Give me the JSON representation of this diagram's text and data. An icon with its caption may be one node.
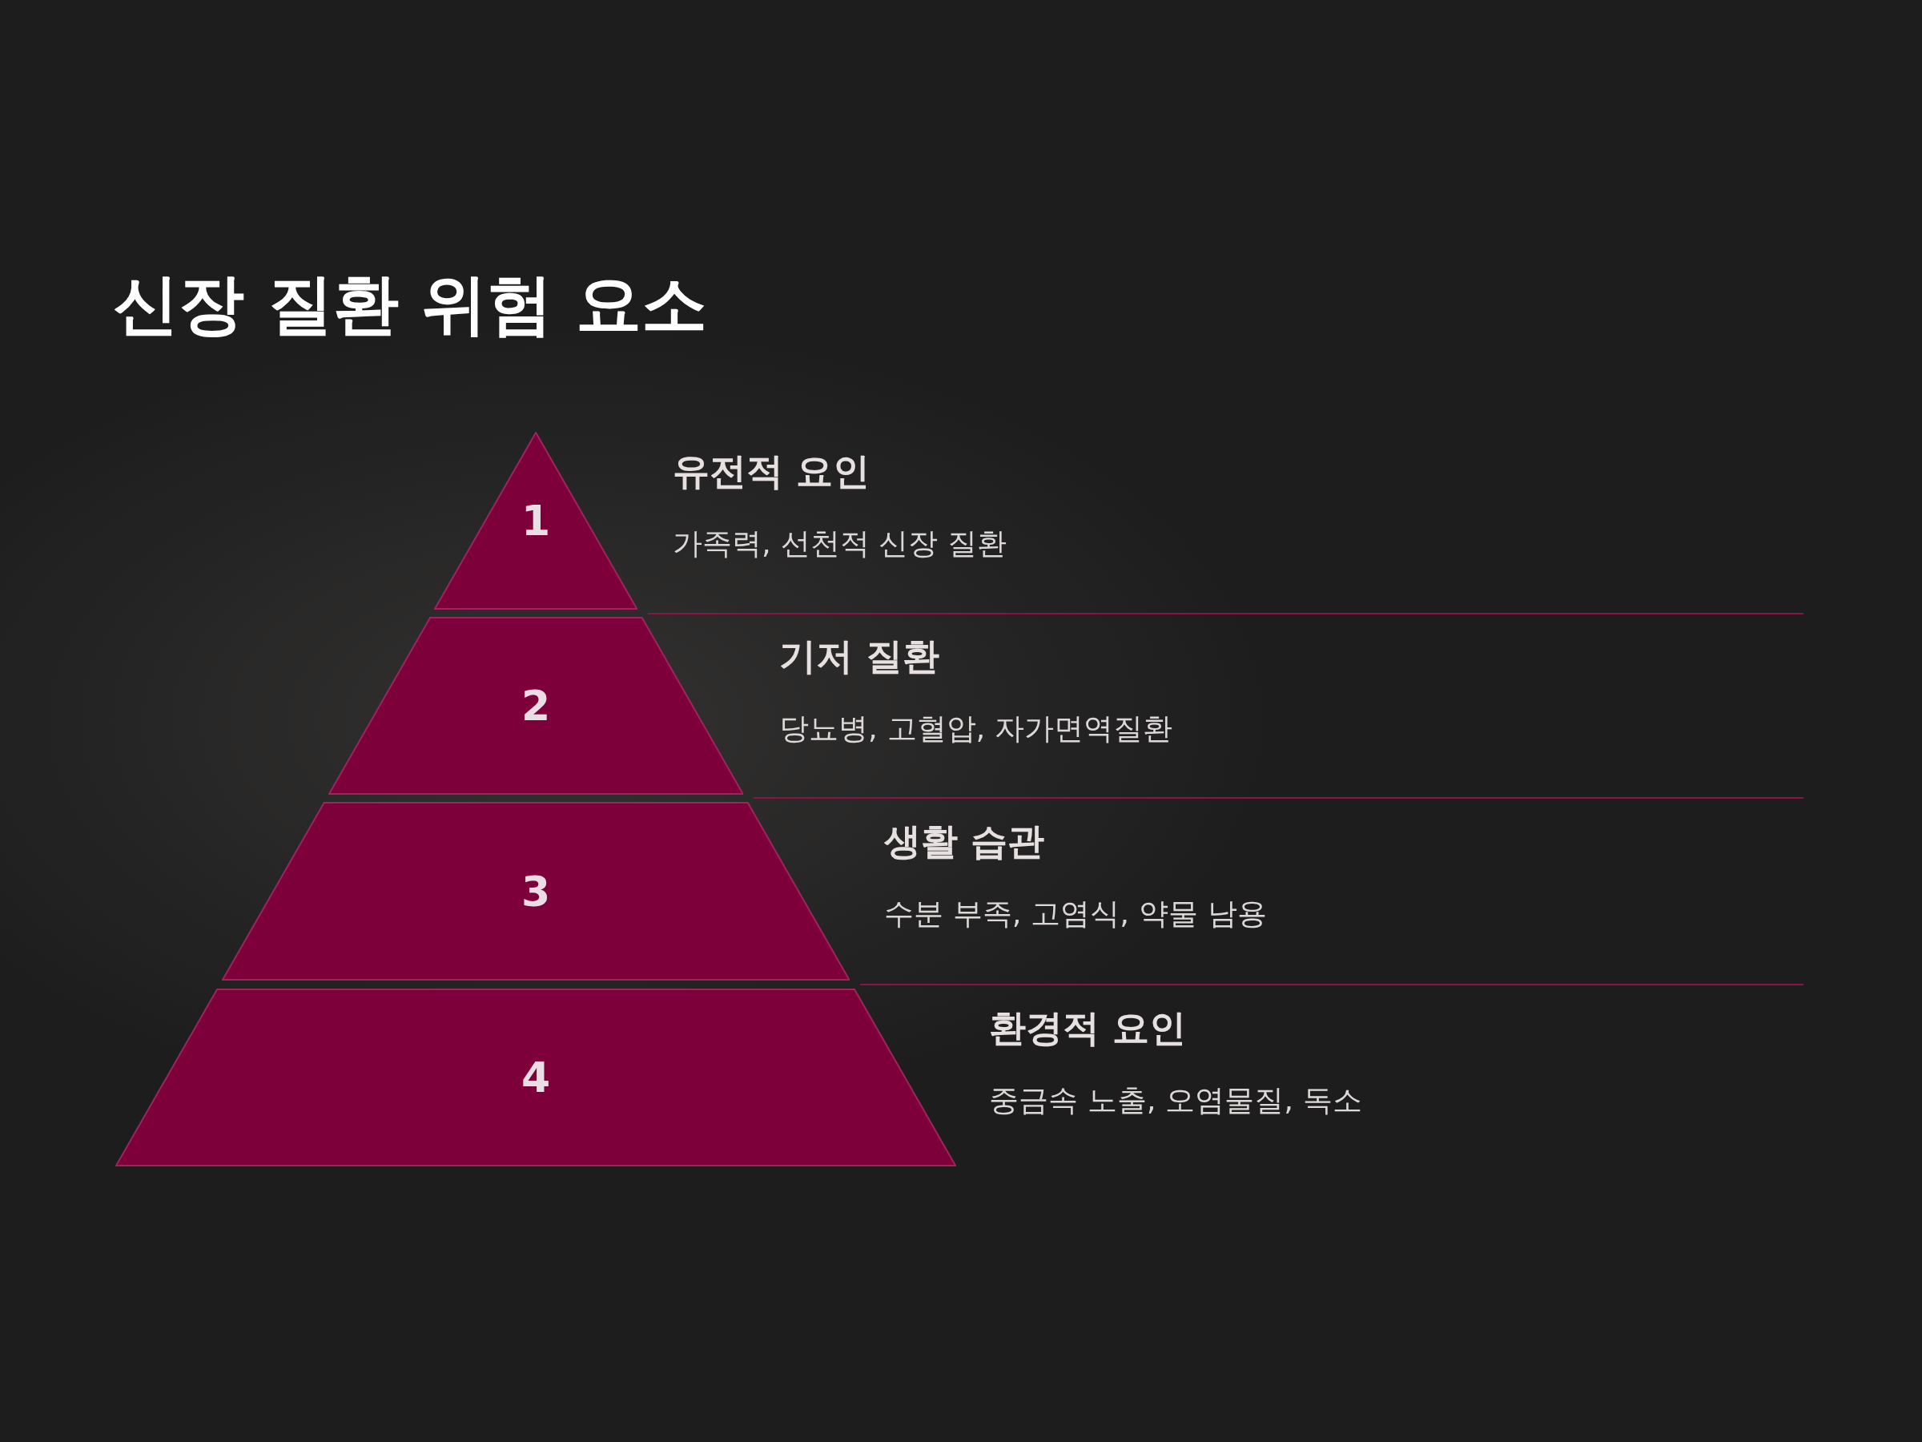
{
  "diagram": {
    "title": "신장 질환 위험 요소",
    "nodes": [
      {
        "text": [
          "1"
        ],
        "beside": [
          "유전적 요인",
          "가족력, 선천적 신장 질환"
        ]
      },
      {
        "text": [
          "2"
        ],
        "beside": [
          "기저 질환",
          "당뇨병, 고혈압, 자가면역질환"
        ]
      },
      {
        "text": [
          "3"
        ],
        "beside": [
          "생활 습관",
          "수분 부족, 고염식, 약물 남용"
        ]
      },
      {
        "text": [
          "4"
        ],
        "beside": [
          "환경적 요인",
          "중금속 노출, 오염물질, 독소"
        ]
      }
    ],
    "edges": []
  }
}
